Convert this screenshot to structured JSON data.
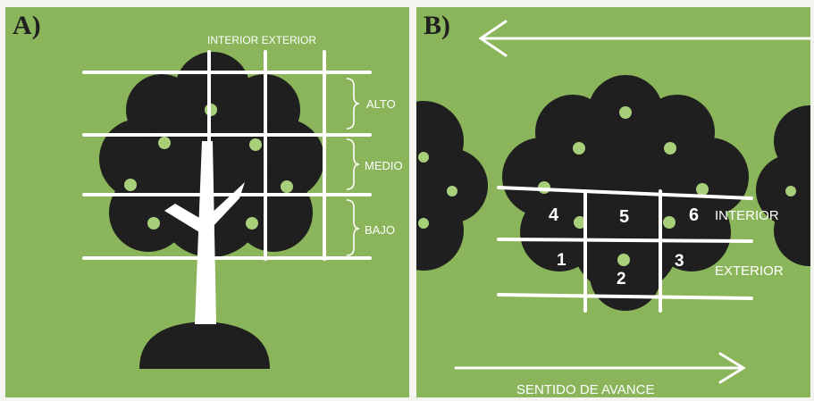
{
  "panel_a": {
    "letter": "A)",
    "header": "INTERIOR EXTERIOR",
    "levels": [
      "ALTO",
      "MEDIO",
      "BAJO"
    ]
  },
  "panel_b": {
    "letter": "B)",
    "zones": [
      "1",
      "2",
      "3",
      "4",
      "5",
      "6"
    ],
    "row_labels": [
      "INTERIOR",
      "EXTERIOR"
    ],
    "direction_label": "SENTIDO DE AVANCE"
  },
  "colors": {
    "background": "#8ab55a",
    "tree": "#1f1f1f",
    "lines": "#ffffff",
    "fruit": "#a8cf7a"
  }
}
